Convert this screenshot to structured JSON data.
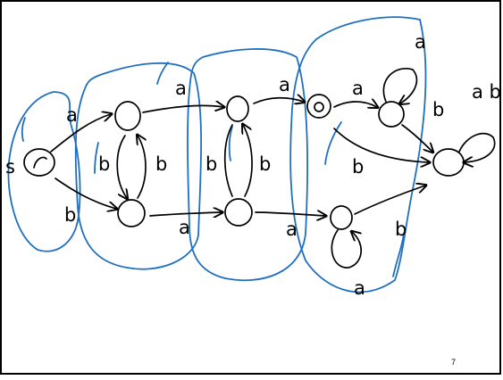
{
  "colors": {
    "ink": "#000000",
    "partition_ink": "#1f6fc0",
    "background": "#ffffff",
    "frame": "#000000"
  },
  "slide": {
    "page_number": "7"
  },
  "diagram": {
    "labels": {
      "start_state": "s",
      "e_start_a": "a",
      "e_start_b": "b",
      "loop_p1": "b",
      "loop_p1_right": "b",
      "e_p1top_a": "a",
      "e_p1bot_a": "a",
      "loop_p2": "b",
      "loop_p2_right": "b",
      "e_p2top_a": "a",
      "e_p2bot_a": "a",
      "e_p3top_a": "a",
      "e_p3mid_b": "b",
      "e_p3bot_b": "b",
      "self_loop_top_a": "a",
      "self_loop_bottom_a": "a",
      "edge_to_final_b": "b",
      "final_self_loop": "a b"
    }
  }
}
